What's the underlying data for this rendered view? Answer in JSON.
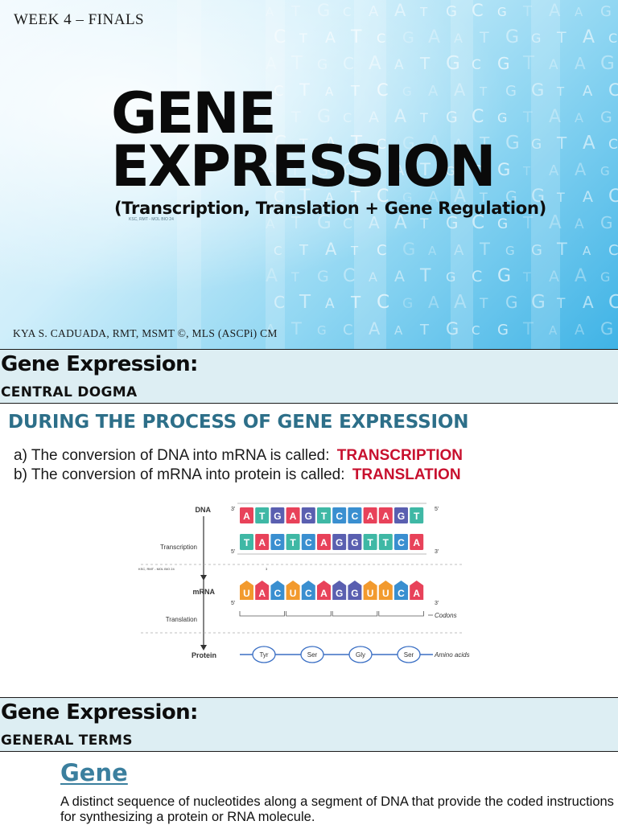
{
  "cover": {
    "week": "WEEK 4 – FINALS",
    "title_line1": "GENE",
    "title_line2": "EXPRESSION",
    "subtitle": "(Transcription, Translation + Gene Regulation)",
    "watermark": "KSC, RMT - MOL BIO 24",
    "author": "KYA S. CADUADA, RMT, MSMT ©, MLS (ASCPi) CM",
    "background_letters": [
      "A",
      "T",
      "G",
      "C",
      "A",
      "A",
      "T",
      "G",
      "C",
      "G",
      "T",
      "A",
      "A",
      "G",
      "C",
      "T",
      "A",
      "T",
      "C",
      "G",
      "A",
      "A",
      "T",
      "G",
      "G",
      "T",
      "A",
      "C"
    ]
  },
  "section1": {
    "title": "Gene Expression:",
    "subtitle": "CENTRAL DOGMA",
    "heading": "DURING THE PROCESS OF GENE EXPRESSION",
    "items": [
      {
        "prefix": "a)",
        "text": "The conversion of DNA into mRNA is called:",
        "answer": "TRANSCRIPTION"
      },
      {
        "prefix": "b)",
        "text": "The conversion of mRNA into protein is called:",
        "answer": "TRANSLATION"
      }
    ]
  },
  "diagram": {
    "labels": {
      "dna": "DNA",
      "transcription": "Transcription",
      "mrna": "mRNA",
      "translation": "Translation",
      "protein": "Protein",
      "codons": "Codons",
      "amino_acids": "Amino acids",
      "watermark": "KSC, RMT - MOL BIO 24"
    },
    "ends": {
      "three_prime": "3'",
      "five_prime": "5'",
      "three": "3"
    },
    "dna_top": [
      "A",
      "T",
      "G",
      "A",
      "G",
      "T",
      "C",
      "C",
      "A",
      "A",
      "G",
      "T"
    ],
    "dna_bottom": [
      "T",
      "A",
      "C",
      "T",
      "C",
      "A",
      "G",
      "G",
      "T",
      "T",
      "C",
      "A"
    ],
    "mrna": [
      "U",
      "A",
      "C",
      "U",
      "C",
      "A",
      "G",
      "G",
      "U",
      "U",
      "C",
      "A"
    ],
    "amino_acids": [
      "Tyr",
      "Ser",
      "Gly",
      "Ser"
    ],
    "base_colors": {
      "A": "#e8425a",
      "T": "#3fb8a5",
      "G": "#5a5fb0",
      "C": "#3a8fd0",
      "U": "#f29a2e"
    }
  },
  "section2": {
    "title": "Gene Expression:",
    "subtitle": "GENERAL TERMS",
    "term": "Gene",
    "definition": "A distinct sequence of nucleotides along a segment of DNA that provide the coded instructions for synthesizing a protein or RNA molecule."
  }
}
